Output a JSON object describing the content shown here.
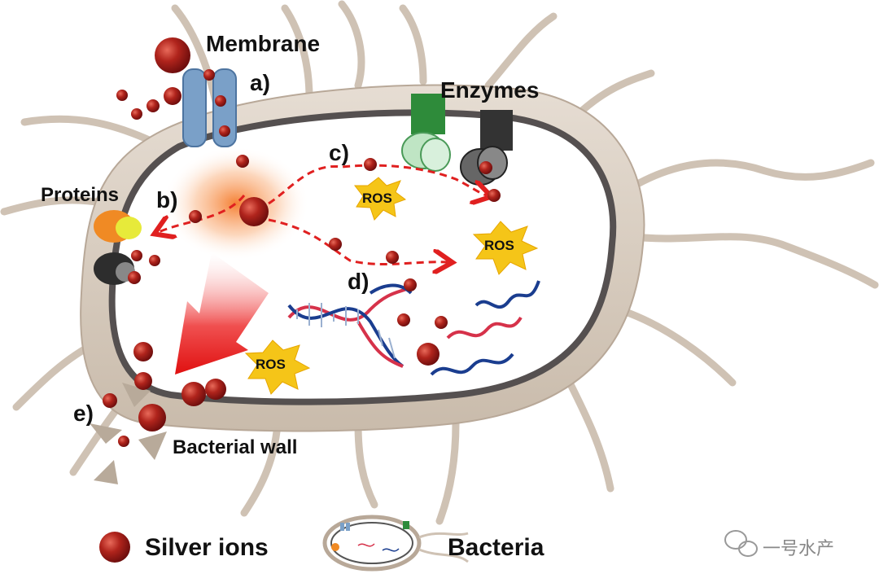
{
  "labels": {
    "membrane": "Membrane",
    "a": "a)",
    "enzymes": "Enzymes",
    "c": "c)",
    "proteins": "Proteins",
    "b": "b)",
    "d": "d)",
    "e": "e)",
    "bacterial_wall": "Bacterial wall",
    "ros": "ROS"
  },
  "legend": {
    "silver_ions": "Silver ions",
    "bacteria": "Bacteria"
  },
  "watermark": {
    "text": "一号水产",
    "icon": "wechat-icon"
  },
  "colors": {
    "silver_ion": "#a31a1a",
    "cell_wall": "#d8ccc0",
    "membrane_protein": "#7aa0c8",
    "enzyme_green": "#2e8b3a",
    "enzyme_dark": "#333333",
    "ros_star": "#f5c518",
    "arrow": "#e02020",
    "dna_red": "#d6324a",
    "dna_blue": "#1a3d8f"
  }
}
